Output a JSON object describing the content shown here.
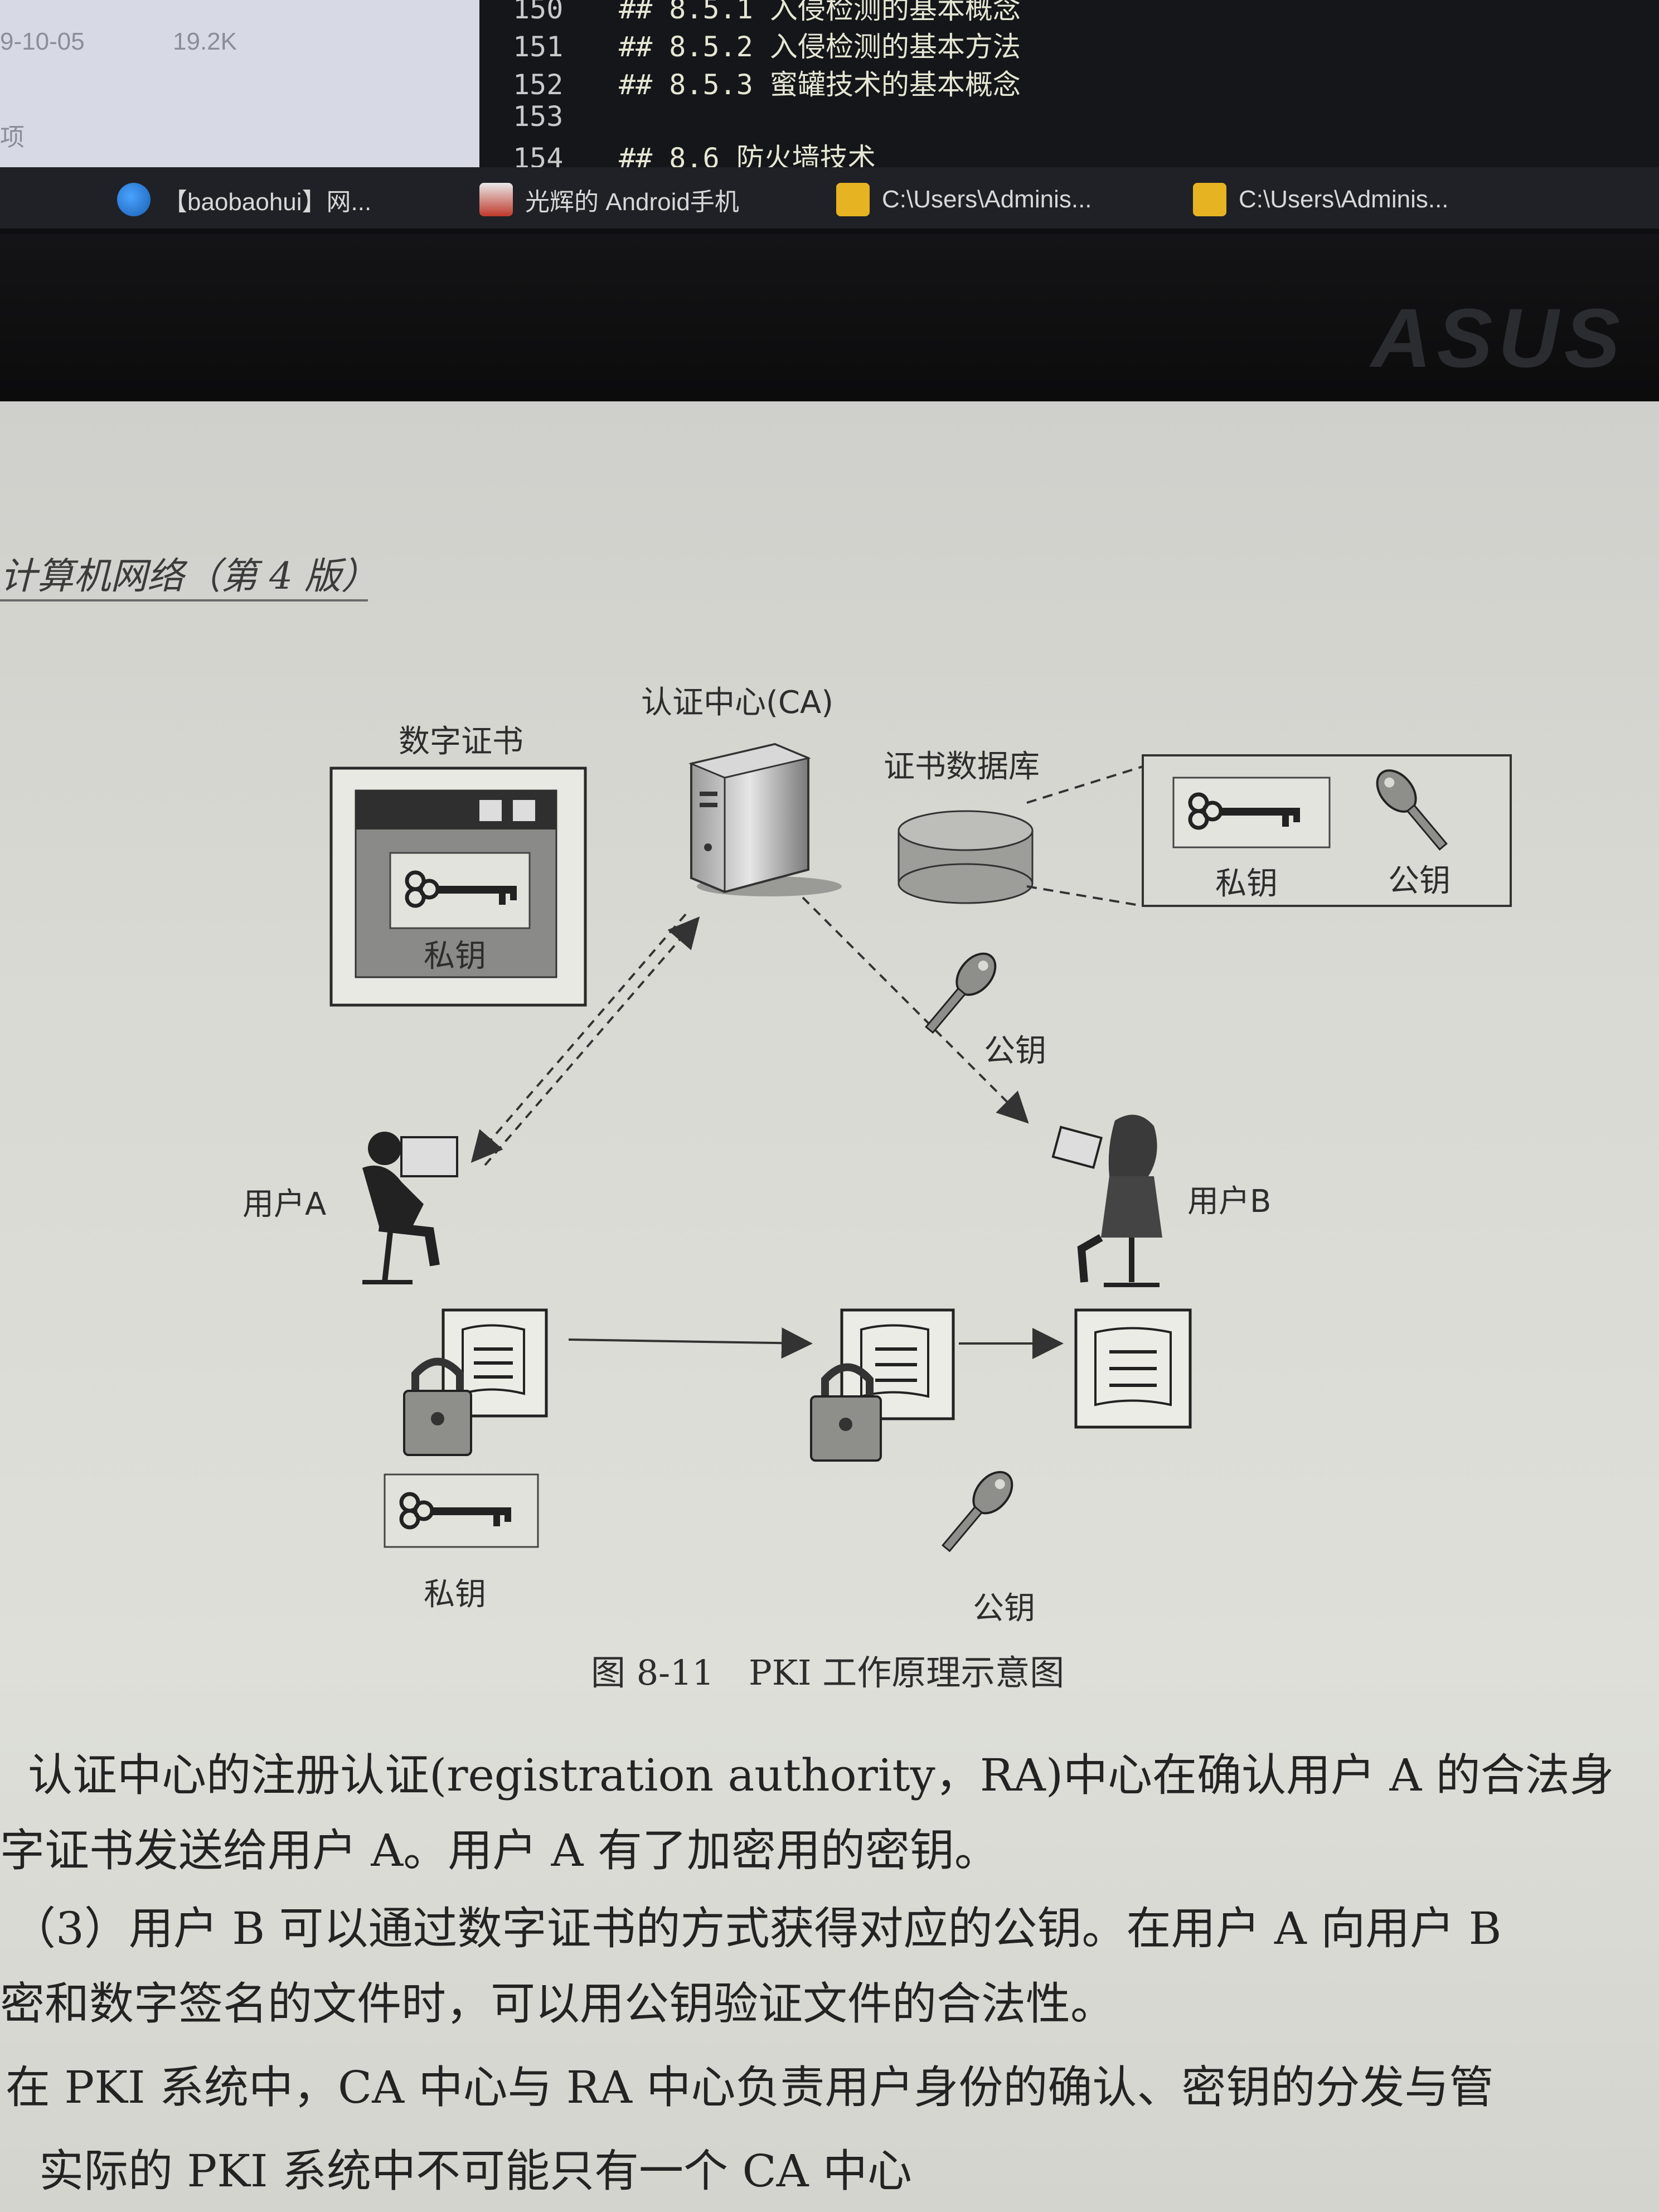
{
  "file_panel": {
    "date": "9-10-05",
    "size": "19.2K",
    "item": "项"
  },
  "editor": {
    "lines": [
      {
        "num": "150",
        "text": "## 8.5.1 入侵检测的基本概念"
      },
      {
        "num": "151",
        "text": "## 8.5.2 入侵检测的基本方法"
      },
      {
        "num": "152",
        "text": "## 8.5.3 蜜罐技术的基本概念"
      },
      {
        "num": "153",
        "text": ""
      },
      {
        "num": "154",
        "text": "## 8.6 防火墙技术"
      }
    ]
  },
  "taskbar": {
    "items": [
      {
        "label": "【baobaohui】网...",
        "icon": "browser-icon"
      },
      {
        "label": "光辉的 Android手机",
        "icon": "phone-app-icon"
      },
      {
        "label": "C:\\Users\\Adminis...",
        "icon": "folder-icon"
      },
      {
        "label": "C:\\Users\\Adminis...",
        "icon": "folder-icon"
      }
    ]
  },
  "monitor": {
    "brand": "ASUS"
  },
  "book": {
    "header": "计算机网络（第 4 版）",
    "figure": {
      "ca_label": "认证中心(CA)",
      "cert_label": "数字证书",
      "db_label": "证书数据库",
      "private_key": "私钥",
      "public_key": "公钥",
      "user_a": "用户A",
      "user_b": "用户B",
      "caption": "图 8-11　PKI 工作原理示意图"
    },
    "body": [
      "认证中心的注册认证(registration authority，RA)中心在确认用户 A 的合法身",
      "字证书发送给用户 A。用户 A 有了加密用的密钥。",
      "（3）用户 B 可以通过数字证书的方式获得对应的公钥。在用户 A 向用户 B",
      "密和数字签名的文件时，可以用公钥验证文件的合法性。",
      "在 PKI 系统中，CA 中心与 RA 中心负责用户身份的确认、密钥的分发与管",
      "实际的 PKI 系统中不可能只有一个 CA 中心"
    ]
  }
}
